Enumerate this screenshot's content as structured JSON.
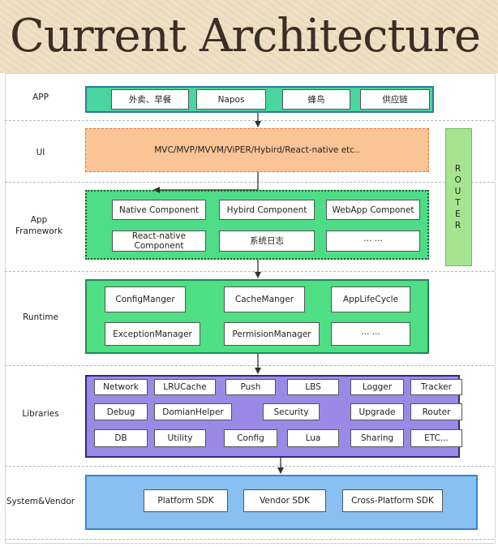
{
  "title": "Current Architecture",
  "router": {
    "label": "ROUTER"
  },
  "layers": {
    "app": {
      "label": "APP",
      "color": "#4ad4a0",
      "boxes": [
        "外卖、早餐",
        "Napos",
        "蜂鸟",
        "供应链"
      ]
    },
    "ui": {
      "label": "UI",
      "color": "#fbc496",
      "text": "MVC/MVP/MVVM/ViPER/Hybird/React-native etc.."
    },
    "framework": {
      "label": "App Framework",
      "color": "#4edc86",
      "boxes": [
        "Native Component",
        "Hybird Component",
        "WebApp Componet",
        "React-native Component",
        "系统日志",
        "··· ···"
      ]
    },
    "runtime": {
      "label": "Runtime",
      "color": "#4fdf84",
      "boxes": [
        "ConfigManger",
        "CacheManger",
        "AppLifeCycle",
        "ExceptionManager",
        "PermisionManager",
        "··· ···"
      ]
    },
    "libraries": {
      "label": "Libraries",
      "color": "#9a8ae6",
      "boxes": [
        "Network",
        "LRUCache",
        "Push",
        "LBS",
        "Logger",
        "Tracker",
        "Debug",
        "DomianHelper",
        "Security",
        "Upgrade",
        "Router",
        "DB",
        "Utility",
        "Config",
        "Lua",
        "Sharing",
        "ETC..."
      ]
    },
    "system": {
      "label": "System&Vendor",
      "color": "#88c0f2",
      "boxes": [
        "Platform SDK",
        "Vendor SDK",
        "Cross-Platform SDK"
      ]
    }
  }
}
